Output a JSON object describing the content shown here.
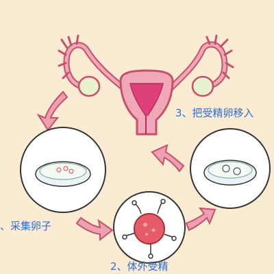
{
  "steps": {
    "step1": "、采集卵子",
    "step2": "2、体外受精",
    "step3": "3、把受精卵移入"
  },
  "colors": {
    "background": "#fcebd3",
    "uterus_fill": "#f0a8b6",
    "uterus_stroke": "#c4506a",
    "uterus_inner": "#e0407a",
    "ovary_fill": "#e8f2cf",
    "dish_fill": "#ffffff",
    "dish_base": "#eaf4f6",
    "arrow_fill": "#eda0b0",
    "embryo_fill": "#e45c6a",
    "label_blue": "#2e6fd1"
  },
  "icons": [
    "uterus-icon",
    "ovary-icon",
    "petri-dish-icon",
    "embryo-icon",
    "sperm-icon",
    "cycle-arrow-icon"
  ]
}
